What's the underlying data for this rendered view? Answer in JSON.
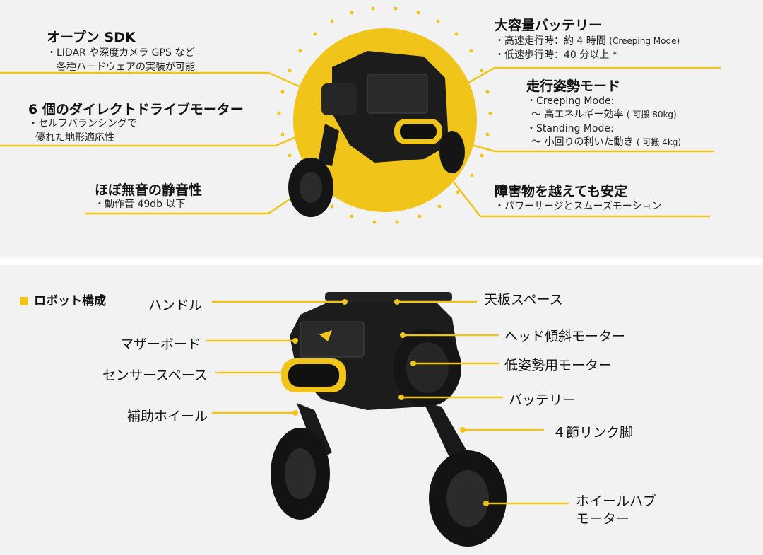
{
  "colors": {
    "accent": "#f0c419",
    "panel_bg": "#f2f2f2",
    "robot_dark": "#1c1c1c"
  },
  "top": {
    "open_sdk": {
      "title": "オープン SDK",
      "lines": [
        "・LIDAR や深度カメラ GPS など",
        "各種ハードウェアの実装が可能"
      ]
    },
    "direct_drive": {
      "title": "6 個のダイレクトドライブモーター",
      "lines": [
        "・セルフバランシングで",
        "優れた地形適応性"
      ]
    },
    "silent": {
      "title": "ほぼ無音の静音性",
      "lines": [
        "・動作音 49db 以下"
      ]
    },
    "battery": {
      "title": "大容量バッテリー",
      "line1_main": "・高速走行時：約 4 時間",
      "line1_note": "(Creeping Mode)",
      "line2": "・低速歩行時：40 分以上 *"
    },
    "posture": {
      "title": "走行姿勢モード",
      "creeping_title": "・Creeping Mode:",
      "creeping_desc": "〜 高エネルギー効率",
      "creeping_note": "( 可搬 80kg)",
      "standing_title": "・Standing Mode:",
      "standing_desc": "〜 小回りの利いた動き",
      "standing_note": "( 可搬 4kg)"
    },
    "obstacle": {
      "title": "障害物を越えても安定",
      "lines": [
        "・パワーサージとスムーズモーション"
      ]
    }
  },
  "bottom": {
    "section_title": "ロボット構成",
    "labels": {
      "handle": "ハンドル",
      "motherboard": "マザーボード",
      "sensor_space": "センサースペース",
      "aux_wheel": "補助ホイール",
      "top_space": "天板スペース",
      "head_tilt_motor": "ヘッド傾斜モーター",
      "low_posture_motor": "低姿勢用モーター",
      "battery": "バッテリー",
      "four_bar_leg": "４節リンク脚",
      "wheel_hub_motor_1": "ホイールハブ",
      "wheel_hub_motor_2": "モーター"
    }
  }
}
